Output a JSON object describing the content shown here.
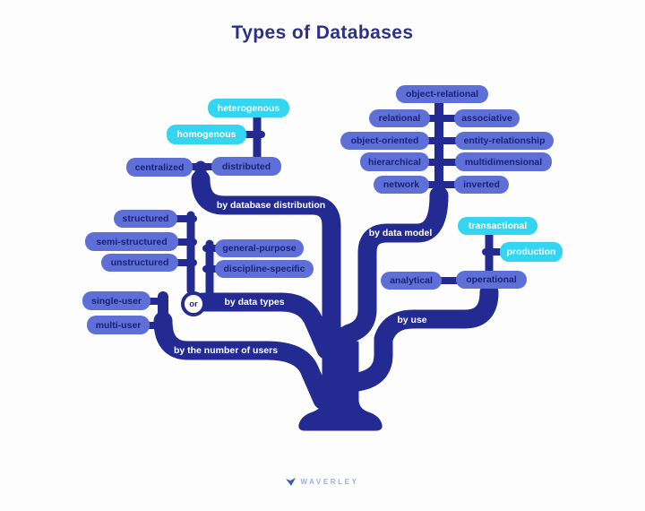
{
  "title": "Types of Databases",
  "tree": {
    "distribution": {
      "label": "by database distribution",
      "heterogenous": "heterogenous",
      "homogenous": "homogenous",
      "centralized": "centralized",
      "distributed": "distributed"
    },
    "data_model": {
      "label": "by data model",
      "object_relational": "object-relational",
      "relational": "relational",
      "associative": "associative",
      "object_oriented": "object-oriented",
      "entity_relationship": "entity-relationship",
      "hierarchical": "hierarchical",
      "multidimensional": "multidimensional",
      "network": "network",
      "inverted": "inverted"
    },
    "data_types": {
      "label": "by data types",
      "or": "or",
      "structured": "structured",
      "semi_structured": "semi-structured",
      "unstructured": "unstructured",
      "general_purpose": "general-purpose",
      "discipline_specific": "discipline-specific"
    },
    "num_users": {
      "label": "by the number of users",
      "single_user": "single-user",
      "multi_user": "multi-user"
    },
    "use": {
      "label": "by use",
      "transactional": "transactional",
      "production": "production",
      "analytical": "analytical",
      "operational": "operational"
    }
  },
  "colors": {
    "navy": "#232b92",
    "periwinkle": "#5e70d8",
    "cyan": "#33d5f1",
    "pill_text": "#1b2176",
    "title": "#2c3087",
    "logo": "#9db1d4",
    "background": "#fdfdfe"
  },
  "footer": {
    "brand": "WAVERLEY"
  }
}
